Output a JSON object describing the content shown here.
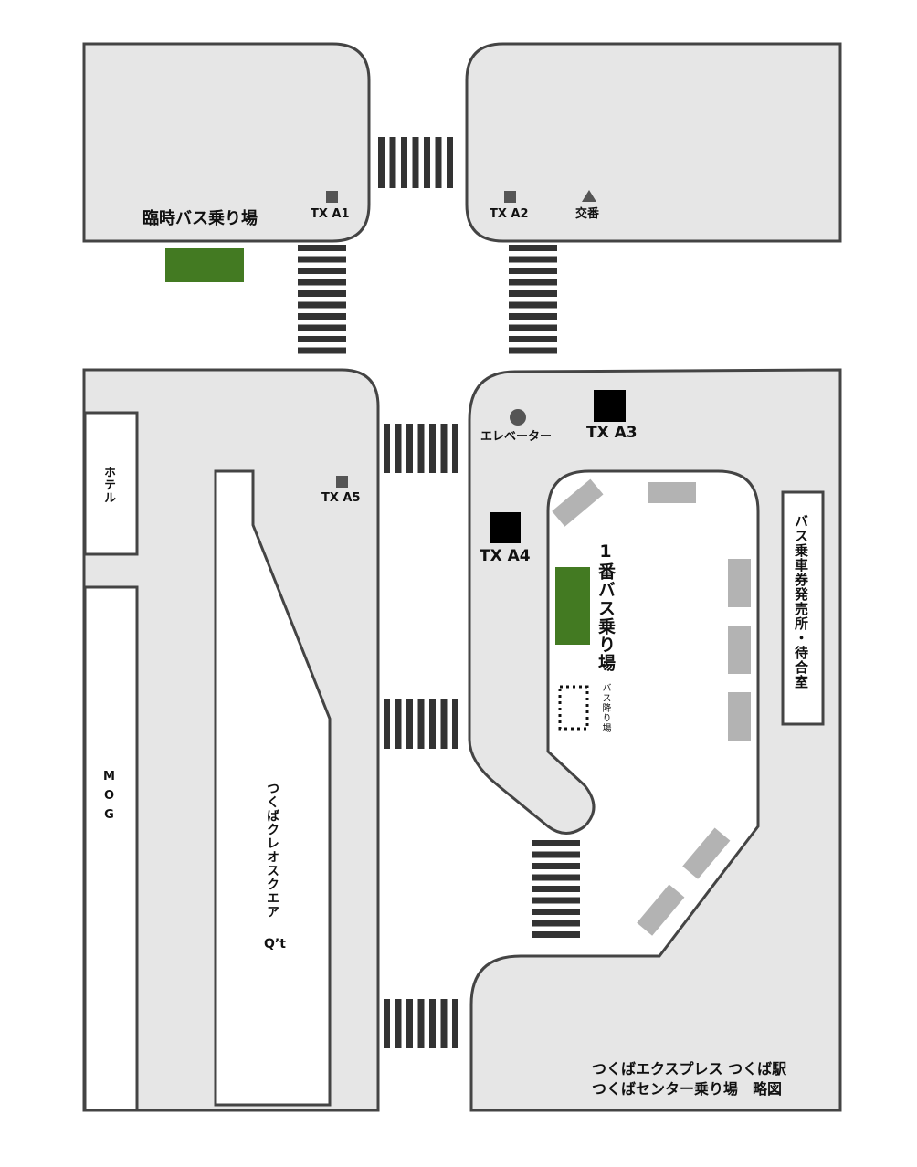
{
  "colors": {
    "block": "#e6e6e6",
    "outline": "#444444",
    "bus_stop": "#437a22",
    "bay": "#b3b3b3",
    "crosswalk": "#333333",
    "exit": "#000000"
  },
  "labels": {
    "temp_bus_stop": "臨時バス乗り場",
    "tx_a1": "TX A1",
    "tx_a2": "TX A2",
    "koban": "交番",
    "tx_a3": "TX A3",
    "tx_a4": "TX A4",
    "tx_a5": "TX A5",
    "elevator": "エレベーター",
    "hotel": "ホテル",
    "mog": "MOG",
    "cleo": "つくばクレオスクエア",
    "qt": "Q’t",
    "bus_stop_1": "1番バス乗り場",
    "bus_dropoff": "バス降り場",
    "ticket_office": "バス乗車券発売所・待合室",
    "title_line1": "つくばエクスプレス つくば駅",
    "title_line2": "つくばセンター乗り場　略図"
  },
  "icons": {
    "exit_marker": "square-icon",
    "koban": "triangle-icon",
    "elevator": "circle-icon"
  }
}
